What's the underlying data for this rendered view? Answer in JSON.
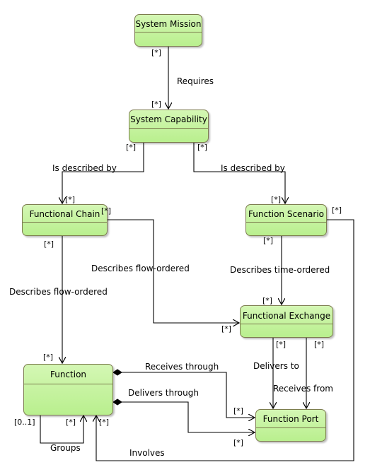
{
  "nodes": {
    "system_mission": "System Mission",
    "system_capability": "System Capability",
    "functional_chain": "Functional Chain",
    "function_scenario": "Function Scenario",
    "functional_exchange": "Functional Exchange",
    "function": "Function",
    "function_port": "Function Port"
  },
  "relations": {
    "requires": "Requires",
    "is_described_by": "Is described by",
    "describes_flow_ordered": "Describes flow-ordered",
    "describes_time_ordered": "Describes time-ordered",
    "receives_through": "Receives through",
    "delivers_through": "Delivers through",
    "delivers_to": "Delivers to",
    "receives_from": "Receives from",
    "involves": "Involves",
    "groups": "Groups"
  },
  "multiplicity": {
    "many": "[*]",
    "zero_or_one": "[0..1]"
  },
  "colors": {
    "node_fill_top": "#d4f7b4",
    "node_fill_bottom": "#b9ef8e",
    "node_border": "#7c7c4e",
    "edge": "#000000"
  }
}
